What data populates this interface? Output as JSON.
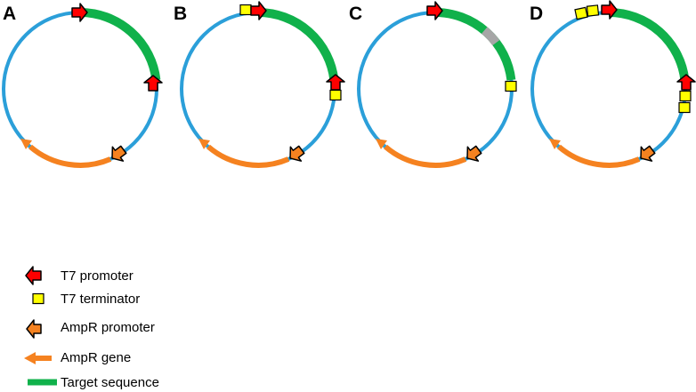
{
  "panels": [
    {
      "letter": "A"
    },
    {
      "letter": "B"
    },
    {
      "letter": "C"
    },
    {
      "letter": "D"
    }
  ],
  "legend": [
    {
      "label": "T7 promoter",
      "icon": "red-arrow-icon"
    },
    {
      "label": "T7 terminator",
      "icon": "yellow-box-icon"
    },
    {
      "label": "AmpR promoter",
      "icon": "orange-arrow-icon"
    },
    {
      "label": "AmpR gene",
      "icon": "orange-line-arrow-icon"
    },
    {
      "label": "Target sequence",
      "icon": "green-line-icon"
    }
  ],
  "colors": {
    "backbone": "#2b9fd9",
    "target": "#10b14b",
    "t7_promoter": "#ff0000",
    "t7_terminator": "#ffff00",
    "ampr": "#f58220",
    "deletion": "#a6a6a6"
  }
}
